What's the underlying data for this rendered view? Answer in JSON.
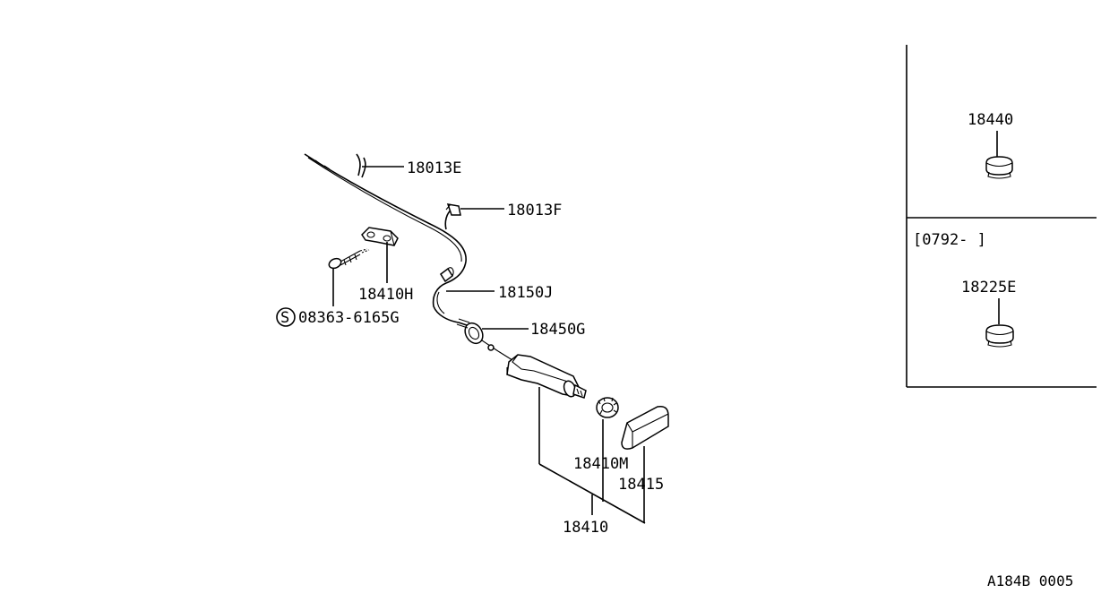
{
  "parts": {
    "cable_upper": "18013E",
    "cable_clip": "18013F",
    "bracket": "18410H",
    "bolt": "08363-6165G",
    "bolt_marker": "S",
    "cable_end": "18150J",
    "grommet": "18450G",
    "pedal_bushing": "18410M",
    "pedal_pad": "18415",
    "pedal_assembly": "18410"
  },
  "inset": {
    "top_part": "18440",
    "date_range": "[0792-  ]",
    "bottom_part": "18225E"
  },
  "diagram_code": "A184B 0005"
}
